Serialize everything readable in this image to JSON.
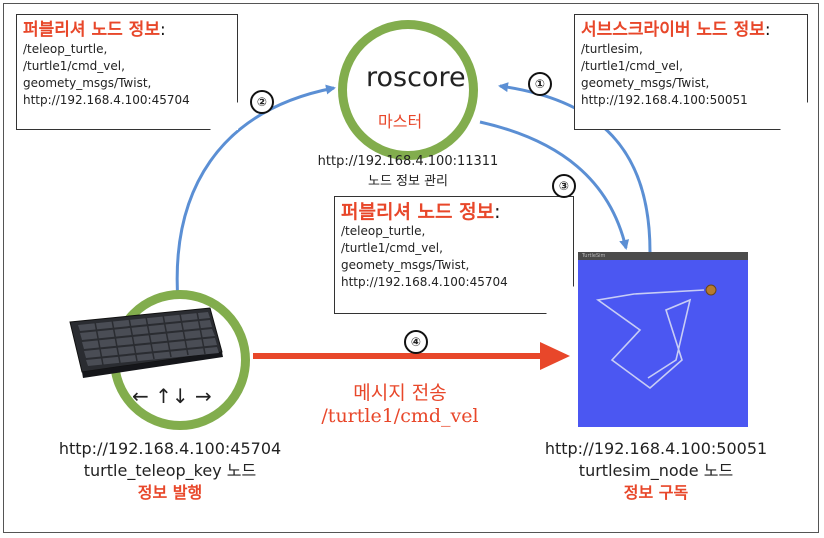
{
  "publisher_note_top": {
    "title": "퍼블리셔 노드 정보",
    "colon": ":",
    "lines": [
      "/teleop_turtle,",
      "/turtle1/cmd_vel,",
      "geomety_msgs/Twist,",
      "http://192.168.4.100:45704"
    ]
  },
  "subscriber_note": {
    "title": "서브스크라이버 노드 정보",
    "colon": ":",
    "lines": [
      "/turtlesim,",
      "/turtle1/cmd_vel,",
      "geomety_msgs/Twist,",
      "http://192.168.4.100:50051"
    ]
  },
  "publisher_note_mid": {
    "title": "퍼블리셔 노드 정보",
    "colon": ":",
    "lines": [
      "/teleop_turtle,",
      "/turtle1/cmd_vel,",
      "geomety_msgs/Twist,",
      "http://192.168.4.100:45704"
    ]
  },
  "master": {
    "title": "roscore",
    "subtitle": "마스터",
    "address": "http://192.168.4.100:11311",
    "role": "노드 정보 관리"
  },
  "steps": [
    "①",
    "②",
    "③",
    "④"
  ],
  "keyboard_node": {
    "arrows": "← ↑↓ →",
    "address": "http://192.168.4.100:45704",
    "name": "turtle_teleop_key 노드",
    "action": "정보 발행"
  },
  "turtlesim_node": {
    "address": "http://192.168.4.100:50051",
    "name": "turtlesim_node 노드",
    "action": "정보 구독",
    "window_title": "TurtleSim"
  },
  "message": {
    "label": "메시지 전송",
    "topic": "/turtle1/cmd_vel"
  },
  "colors": {
    "accent_red": "#e8472a",
    "circle_green": "#82ad4d",
    "arrow_blue": "#5b8fd4",
    "sim_blue": "#4b57f2"
  }
}
